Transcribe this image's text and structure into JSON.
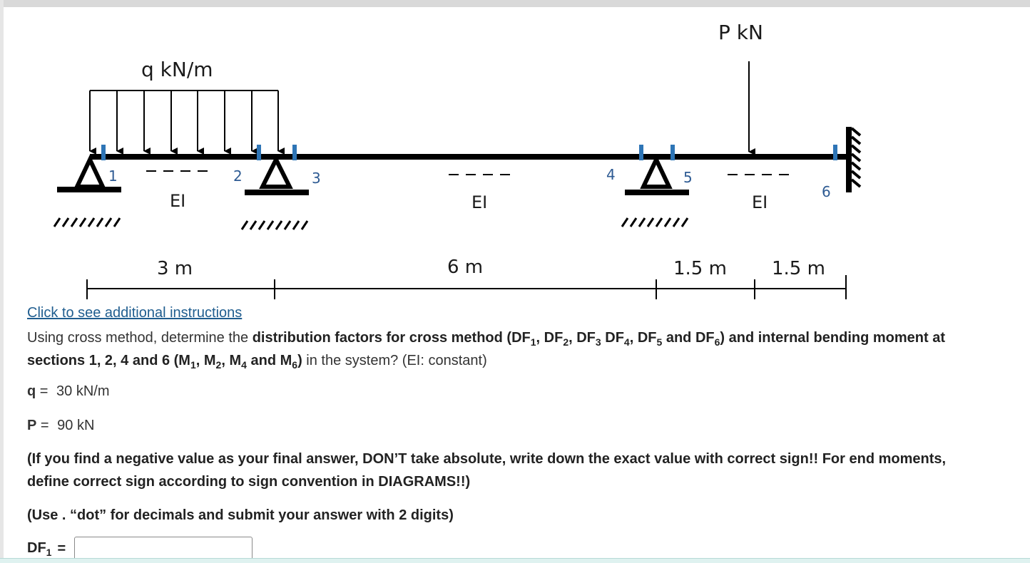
{
  "diagram": {
    "load_q_label": "q kN/m",
    "load_p_label": "P kN",
    "segment_label_1": "EI",
    "segment_label_2": "EI",
    "segment_label_3": "EI",
    "node_1": "1",
    "node_2": "2",
    "node_3": "3",
    "node_4": "4",
    "node_5": "5",
    "node_6": "6",
    "dim_1": "3 m",
    "dim_2": "6 m",
    "dim_3": "1.5 m",
    "dim_4": "1.5 m",
    "colors": {
      "beam": "#000000",
      "section_marker": "#2e75b6",
      "node_number": "#2e5b93"
    }
  },
  "instructions_link": "Click to see additional instructions",
  "question": {
    "part1": "Using cross method, determine the ",
    "bold1": "distribution factors for cross method (DF",
    "s1": "1",
    "c1": ", DF",
    "s2": "2",
    "c2": ", DF",
    "s3": "3",
    "c3": " DF",
    "s4": "4",
    "c4": ", DF",
    "s5": "5",
    "c5": " and DF",
    "s6": "6",
    "c6": ") and internal bending moment at sections 1, 2, 4 and 6 (M",
    "m1": "1",
    "d1": ", M",
    "m2": "2",
    "d2": ", M",
    "m4": "4",
    "d3": " and M",
    "m6": "6",
    "d4": ")",
    "part2": " in the system? (EI: constant)"
  },
  "params": {
    "q_label": "q",
    "q_value": "30 kN/m",
    "p_label": "P",
    "p_value": "90 kN",
    "equals": "="
  },
  "notes": {
    "sign_note": "(If you find a negative value as your final answer, DON’T take absolute, write down the exact value with correct sign!! For end moments, define correct sign according to sign convention in DIAGRAMS!!)",
    "decimal_note": "(Use . “dot” for decimals and submit your answer with 2 digits)"
  },
  "answer": {
    "label": "DF",
    "sub": "1",
    "equals": "=",
    "value": ""
  }
}
